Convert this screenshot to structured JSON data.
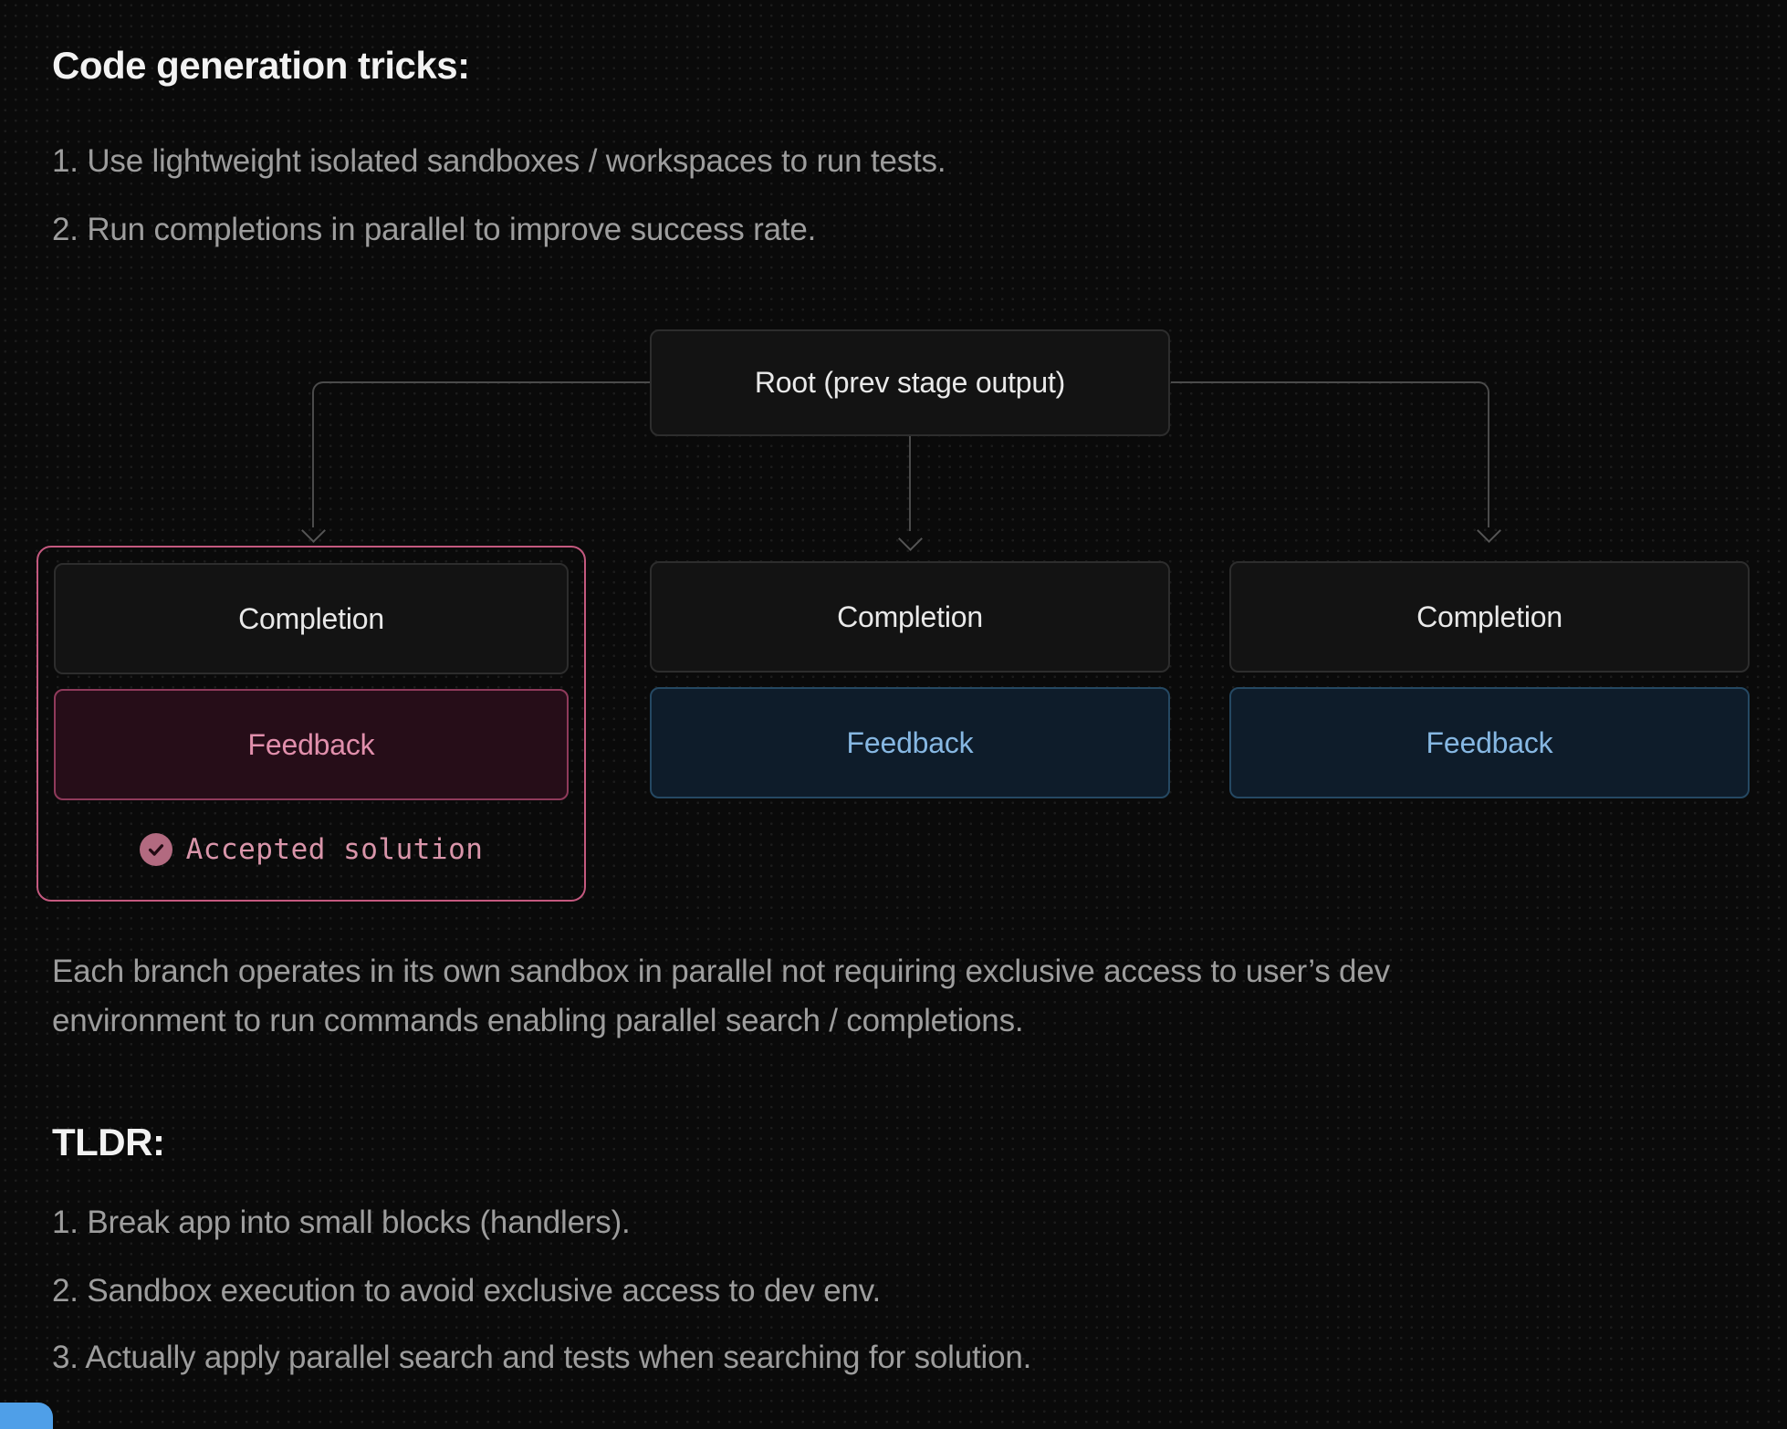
{
  "title": "Code generation tricks:",
  "intro": {
    "items": [
      "1. Use lightweight isolated sandboxes / workspaces to run tests.",
      "2. Run completions in parallel to improve success rate."
    ]
  },
  "diagram": {
    "root_label": "Root (prev stage output)",
    "branches": [
      {
        "completion": "Completion",
        "feedback": "Feedback",
        "accepted": true,
        "accepted_label": "Accepted solution",
        "variant": "accepted-pink"
      },
      {
        "completion": "Completion",
        "feedback": "Feedback",
        "accepted": false,
        "variant": "default-blue"
      },
      {
        "completion": "Completion",
        "feedback": "Feedback",
        "accepted": false,
        "variant": "default-blue"
      }
    ],
    "icons": {
      "check_icon": "check-circle"
    }
  },
  "paragraph": "Each branch operates in its own sandbox in parallel not requiring exclusive access to user’s dev environment to run commands enabling parallel search / completions.",
  "tldr": {
    "heading": "TLDR:",
    "items": [
      "1. Break app into small blocks (handlers).",
      "2. Sandbox execution to avoid exclusive access to dev env.",
      "3. Actually apply parallel search and tests when searching for solution."
    ]
  },
  "colors": {
    "background": "#0a0a0a",
    "heading_text": "#f2f2f2",
    "body_text": "#9d9d9d",
    "node_background": "#131313",
    "node_border": "#2d2d2d",
    "node_text": "#e9e9e9",
    "accent_pink_border": "#c4597f",
    "feedback_pink_bg": "#260d18",
    "feedback_pink_text": "#e18fac",
    "feedback_blue_bg": "#0e1c2a",
    "feedback_blue_border": "#254862",
    "feedback_blue_text": "#86b7e2",
    "accepted_icon_fill": "#b26a80",
    "connector_line": "#4b4b4b",
    "bottom_blue_element": "#4f9fe8"
  }
}
